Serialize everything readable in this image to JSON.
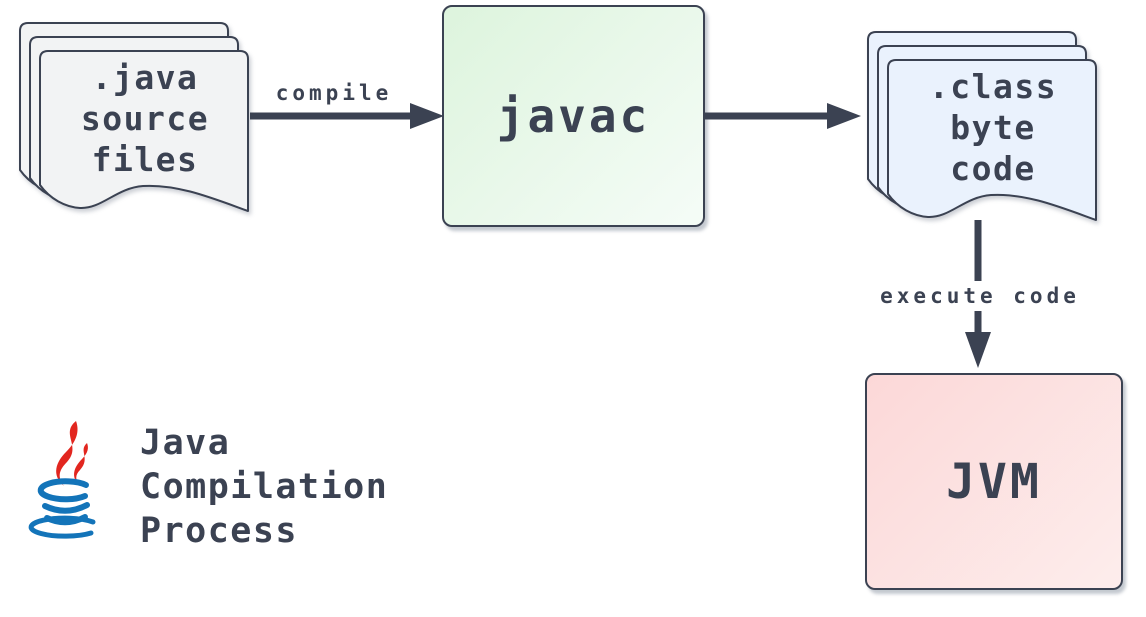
{
  "title": {
    "text": "Java\nCompilation\nProcess"
  },
  "nodes": {
    "source_files": {
      "label": ".java\nsource\nfiles"
    },
    "javac": {
      "label": "javac"
    },
    "byte_code": {
      "label": ".class\nbyte\ncode"
    },
    "jvm": {
      "label": "JVM"
    }
  },
  "edges": {
    "compile": {
      "label": "compile"
    },
    "execute": {
      "label": "execute code"
    }
  },
  "colors": {
    "ink": "#3b4252",
    "canvas_bg": "#ffffff",
    "source_doc_fill": "#f2f3f4",
    "class_doc_fill": "#eaf2fd",
    "javac_fill_start": "#ddf4dd",
    "javac_fill_end": "#f5fcf7",
    "jvm_fill_start": "#fcd8d8",
    "jvm_fill_end": "#fdedec",
    "logo_red": "#e2261f",
    "logo_blue": "#1374b9"
  }
}
